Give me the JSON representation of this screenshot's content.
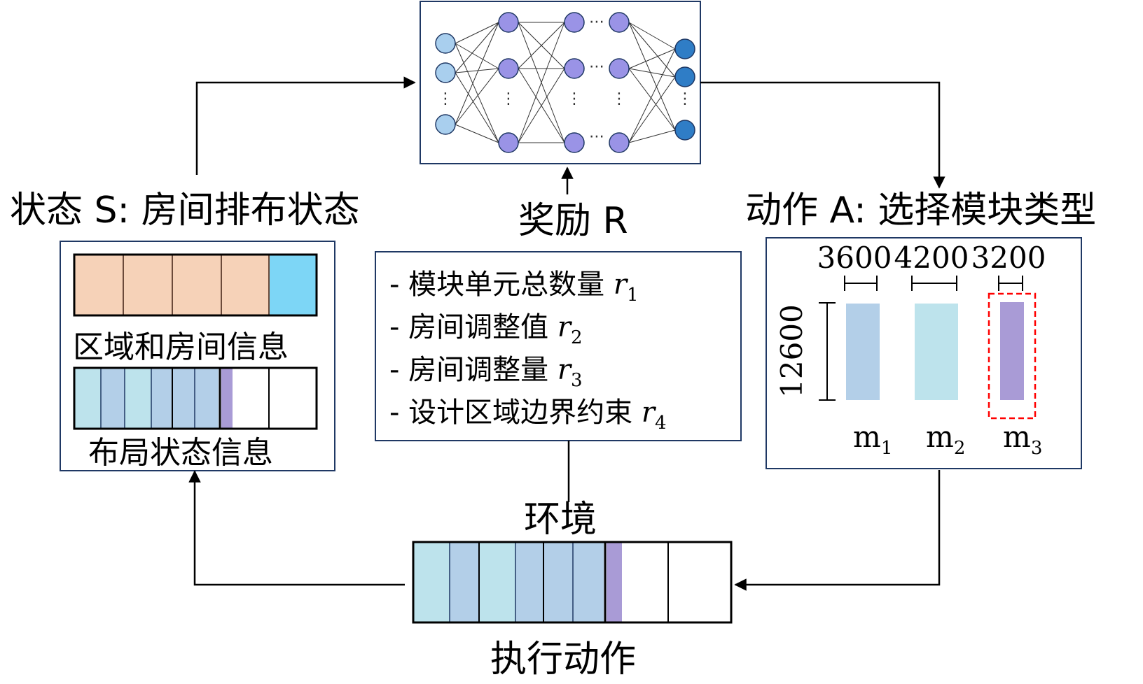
{
  "state": {
    "title": "状态 S: 房间排布状态",
    "region_info_label": "区域和房间信息",
    "layout_info_label": "布局状态信息"
  },
  "reward": {
    "title": "奖励 R",
    "items": [
      {
        "text": "- 模块单元总数量 ",
        "var": "r",
        "sub": "1"
      },
      {
        "text": "- 房间调整值 ",
        "var": "r",
        "sub": "2"
      },
      {
        "text": "- 房间调整量 ",
        "var": "r",
        "sub": "3"
      },
      {
        "text": "- 设计区域边界约束 ",
        "var": "r",
        "sub": "4"
      }
    ]
  },
  "action": {
    "title": "动作 A: 选择模块类型",
    "height_label": "12600",
    "modules": [
      {
        "width_label": "3600",
        "name": "m",
        "sub": "1",
        "color": "#b3cfe8"
      },
      {
        "width_label": "4200",
        "name": "m",
        "sub": "2",
        "color": "#bde3ec"
      },
      {
        "width_label": "3200",
        "name": "m",
        "sub": "3",
        "color": "#a99bd6"
      }
    ],
    "selected_color": "#ff0000"
  },
  "environment": {
    "label": "环境",
    "execute_label": "执行动作"
  },
  "colors": {
    "region_room": "#f6d2b8",
    "region_accent": "#7dd6f6",
    "light_blue": "#bde3ec",
    "mid_blue": "#b3cfe8",
    "purple": "#a99bd6",
    "nn_input": "#a9cfee",
    "nn_hidden": "#9a93e6",
    "nn_output": "#2f7dc6",
    "box_border": "#1f3864"
  }
}
